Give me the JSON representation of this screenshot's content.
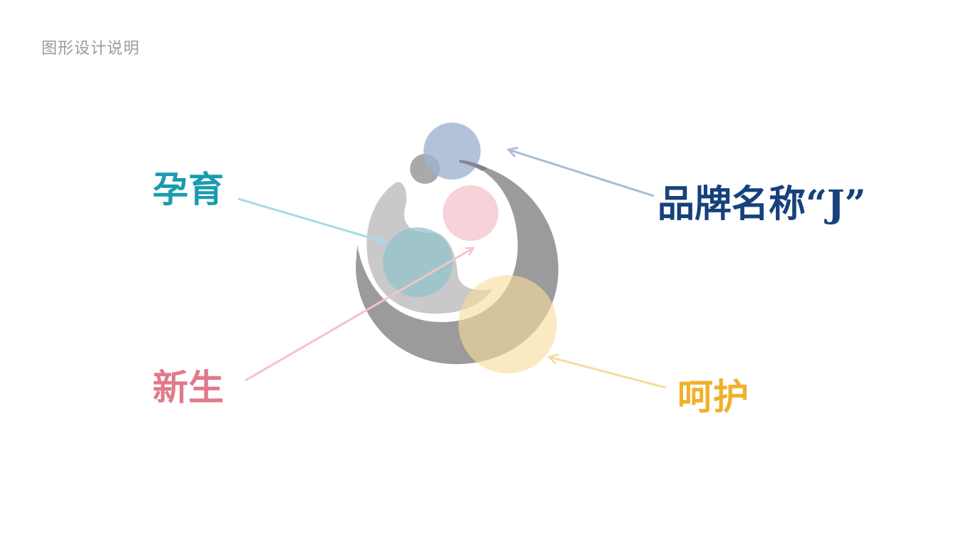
{
  "page": {
    "title": "图形设计说明"
  },
  "labels": {
    "yunyu": {
      "text": "孕育",
      "color": "#1a9bb0"
    },
    "xinsheng": {
      "text": "新生",
      "color": "#e07a8a"
    },
    "brand": {
      "text": "品牌名称“J”",
      "color": "#16417c"
    },
    "hehu": {
      "text": "呵护",
      "color": "#f0b02a"
    }
  },
  "colors": {
    "crescent": "#9b9b9b",
    "body_shape": "#c9c9c9",
    "blue_circle": "#9fb4d0",
    "teal_circle": "#8fc3cc",
    "pink_circle": "#f6c7cf",
    "yellow_circle": "#f8dc9b",
    "arrow_yunyu": "#a7dbe5",
    "arrow_xinsheng": "#f5c2cb",
    "arrow_brand": "#aabbd4",
    "arrow_hehu": "#f6dca0"
  }
}
